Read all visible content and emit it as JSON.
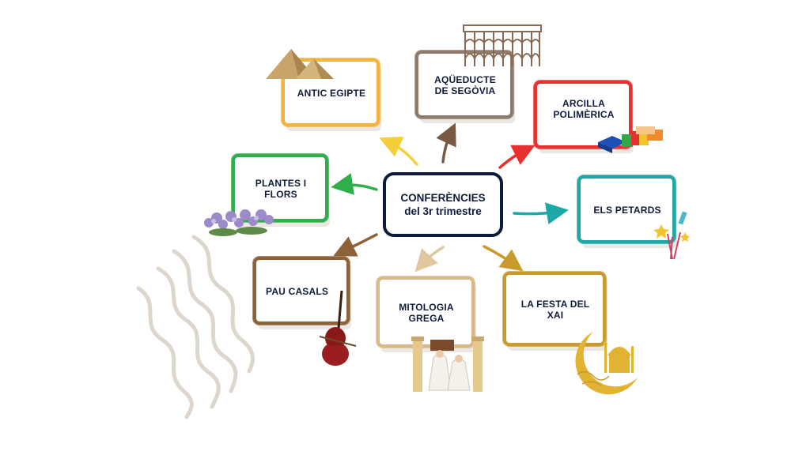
{
  "central_topic": "CONFERÈNCIES\ndel 3r trimestre",
  "topics": [
    {
      "key": "egipte",
      "label": "ANTIC EGIPTE",
      "color": "#f2b43c"
    },
    {
      "key": "segovia",
      "label": "AQÜEDUCTE\nDE SEGÒVIA",
      "color": "#8f7b6c"
    },
    {
      "key": "arcilla",
      "label": "ARCILLA\nPOLIMÈRICA",
      "color": "#e8312e"
    },
    {
      "key": "petards",
      "label": "ELS PETARDS",
      "color": "#1ea7a7"
    },
    {
      "key": "plantes",
      "label": "PLANTES  I\nFLORS",
      "color": "#2fae4a"
    },
    {
      "key": "casals",
      "label": "PAU CASALS",
      "color": "#8c6239"
    },
    {
      "key": "mitologia",
      "label": "MITOLOGIA\nGREGA",
      "color": "#d9b98a"
    },
    {
      "key": "xai",
      "label": "LA FESTA DEL\nXAI",
      "color": "#c99a2e"
    }
  ],
  "colors": {
    "center_border": "#0f1b3a",
    "text": "#0f1b3a",
    "shadow": "#e9e6e1"
  },
  "icons": {
    "egipte": "pyramids-icon",
    "segovia": "aqueduct-icon",
    "arcilla": "clay-bricks-icon",
    "petards": "fireworks-icon",
    "plantes": "flowers-icon",
    "casals": "cello-icon",
    "mitologia": "greek-goddesses-icon",
    "xai": "crescent-moon-mosque-icon"
  }
}
